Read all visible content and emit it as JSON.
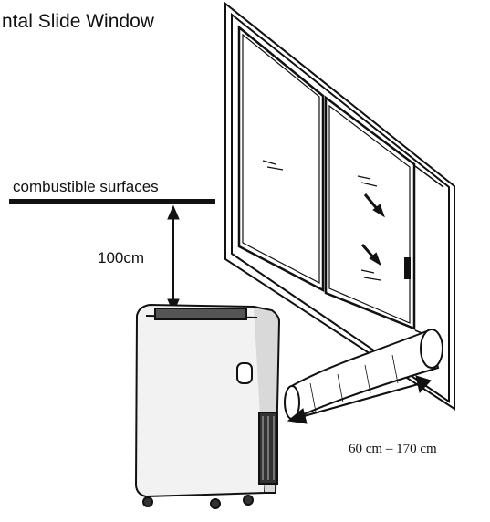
{
  "title": "ntal Slide Window",
  "combustible_label": "combustible surfaces",
  "clearance_label": "100cm",
  "hose_range_label": "60  cm  –  170  cm",
  "icons": [
    "window-icon",
    "air-conditioner-icon",
    "exhaust-hose-icon",
    "double-arrow-icon"
  ]
}
